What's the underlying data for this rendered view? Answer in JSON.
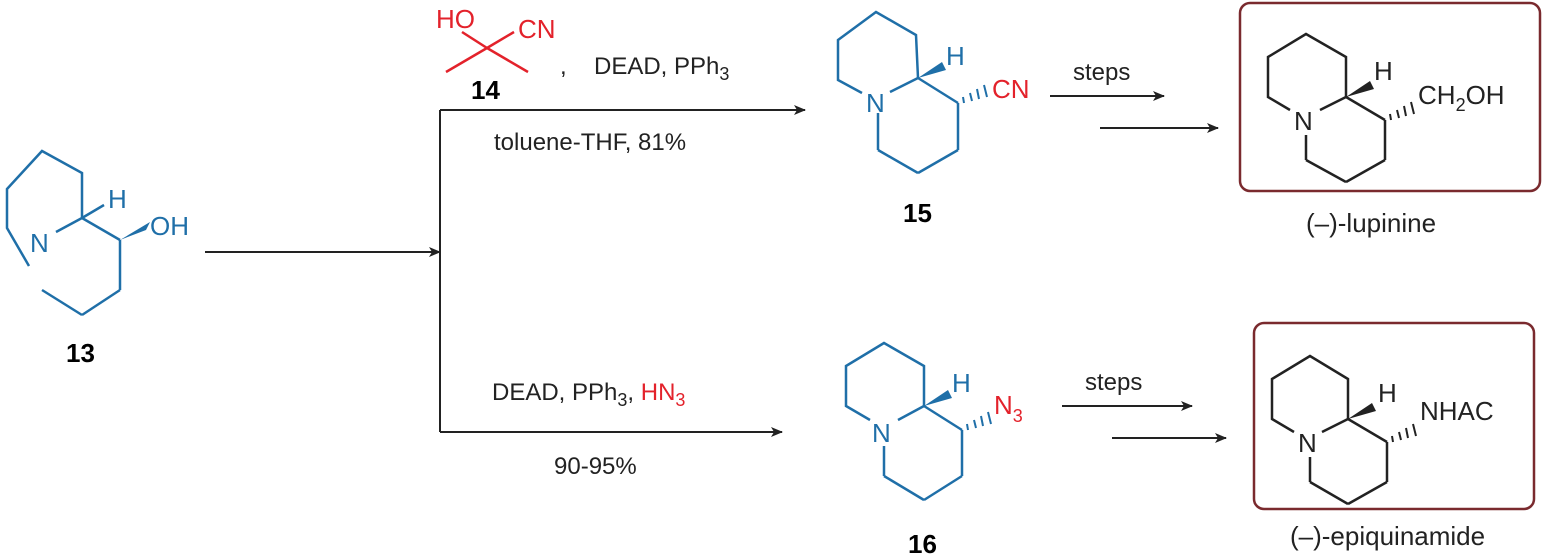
{
  "colors": {
    "structure": "#1f6fa8",
    "reagent": "#e3222b",
    "ink": "#222222",
    "box": "#7a2a2e"
  },
  "compounds": {
    "c13": {
      "number": "13",
      "H": "H",
      "OH": "OH",
      "N": "N"
    },
    "c14": {
      "number": "14",
      "HO": "HO",
      "CN": "CN"
    },
    "c15": {
      "number": "15",
      "H": "H",
      "CN": "CN",
      "N": "N"
    },
    "c16": {
      "number": "16",
      "H": "H",
      "N3_main": "N",
      "N3_sub": "3",
      "N": "N"
    },
    "lupinine": {
      "name": "(–)-lupinine",
      "H": "H",
      "sub_pre": "CH",
      "sub_sub": "2",
      "sub_post": "OH",
      "N": "N"
    },
    "epiquinamide": {
      "name": "(–)-epiquinamide",
      "H": "H",
      "sub": "NHAC",
      "N": "N"
    }
  },
  "conditions": {
    "top": {
      "comma": ",",
      "line1_pre": "DEAD, PPh",
      "line1_sub": "3",
      "line2": "toluene-THF, 81%"
    },
    "bottom": {
      "line1_pre": "DEAD, PPh",
      "line1_sub": "3",
      "line1_sep": ", ",
      "reagent_main": "HN",
      "reagent_sub": "3",
      "line2": "90-95%"
    },
    "steps_top": "steps",
    "steps_bottom": "steps"
  }
}
